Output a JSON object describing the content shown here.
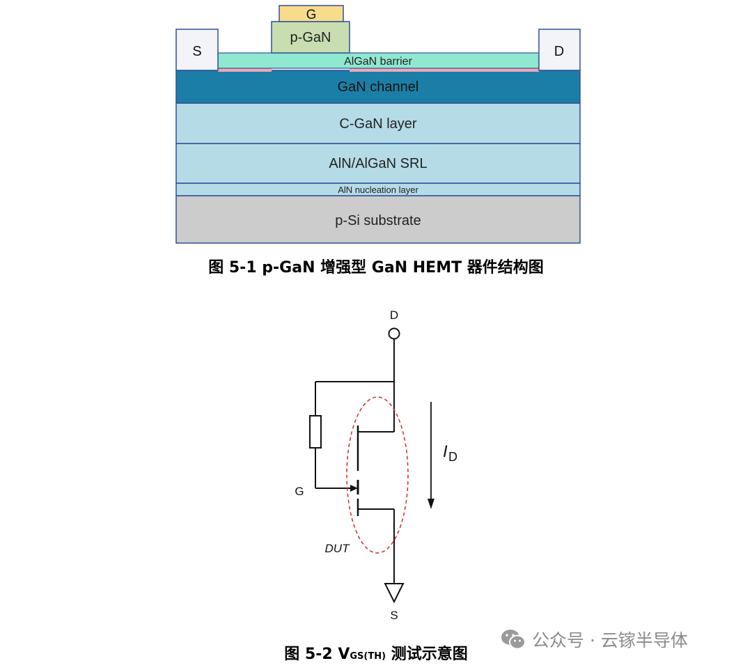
{
  "figure1": {
    "caption": "图 5-1 p-GaN 增强型 GaN HEMT 器件结构图",
    "layers": {
      "gate": "G",
      "p_gan": "p-GaN",
      "source": "S",
      "drain": "D",
      "algan_barrier": "AlGaN barrier",
      "gan_channel": "GaN channel",
      "c_gan": "C-GaN layer",
      "srl": "AlN/AlGaN SRL",
      "nucleation": "AlN nucleation layer",
      "substrate": "p-Si substrate"
    }
  },
  "figure2": {
    "caption_prefix": "图 5-2 V",
    "caption_sub": "GS(TH)",
    "caption_suffix": " 测试示意图",
    "labels": {
      "drain": "D",
      "gate": "G",
      "source": "S",
      "current_main": "I",
      "current_sub": "D",
      "dut": "DUT"
    }
  },
  "watermark": {
    "text": "公众号 · 云镓半导体",
    "icon": "wechat-icon"
  },
  "colors": {
    "gate_metal": "#f7dc8c",
    "p_gan": "#c8deb0",
    "contact": "#f2f4f8",
    "barrier": "#8fe8cf",
    "pink_layer": "#f2a8b8",
    "channel": "#1b7ea6",
    "buffer": "#b5dbe6",
    "substrate": "#cccccc",
    "outline": "#2f4f9a",
    "dut_ellipse": "#d93030"
  }
}
